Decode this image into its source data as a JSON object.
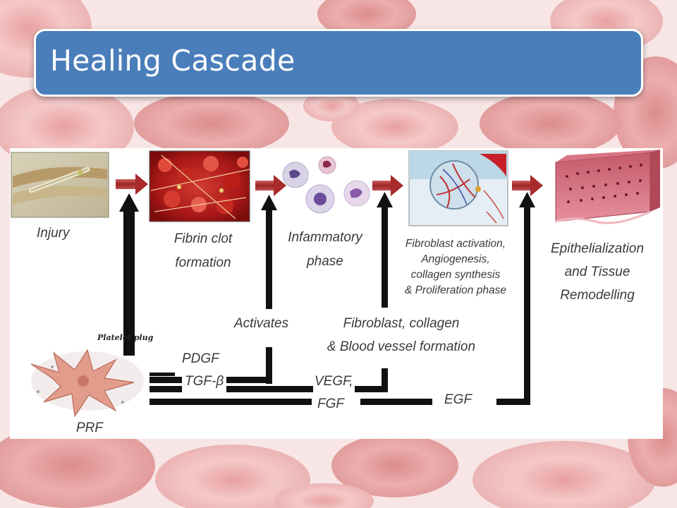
{
  "slide": {
    "title": "Healing Cascade"
  },
  "stages": {
    "injury": "Injury",
    "fibrin_line1": "Fibrin clot",
    "fibrin_line2": "formation",
    "inflammatory_line1": "Infammatory",
    "inflammatory_line2": "phase",
    "fibroblast_line1": "Fibroblast activation,",
    "fibroblast_line2": "Angiogenesis,",
    "fibroblast_line3": "collagen synthesis",
    "fibroblast_line4": "& Proliferation phase",
    "epith_line1": "Epithelialization",
    "epith_line2": "and  Tissue",
    "epith_line3": "Remodelling"
  },
  "annotations": {
    "activates": "Activates",
    "fibro_formation_line1": "Fibroblast, collagen",
    "fibro_formation_line2": "& Blood vessel formation",
    "platelet_plug": "Platelet plug"
  },
  "factors": {
    "pdgf": "PDGF",
    "tgf": "TGF-β",
    "vegf": "VEGF,",
    "fgf": "FGF",
    "egf": "EGF",
    "prf": "PRF"
  },
  "colors": {
    "title_bar": "#4a7ebb",
    "flow_arrow": "#b23a3a",
    "signal_line": "#111111"
  }
}
